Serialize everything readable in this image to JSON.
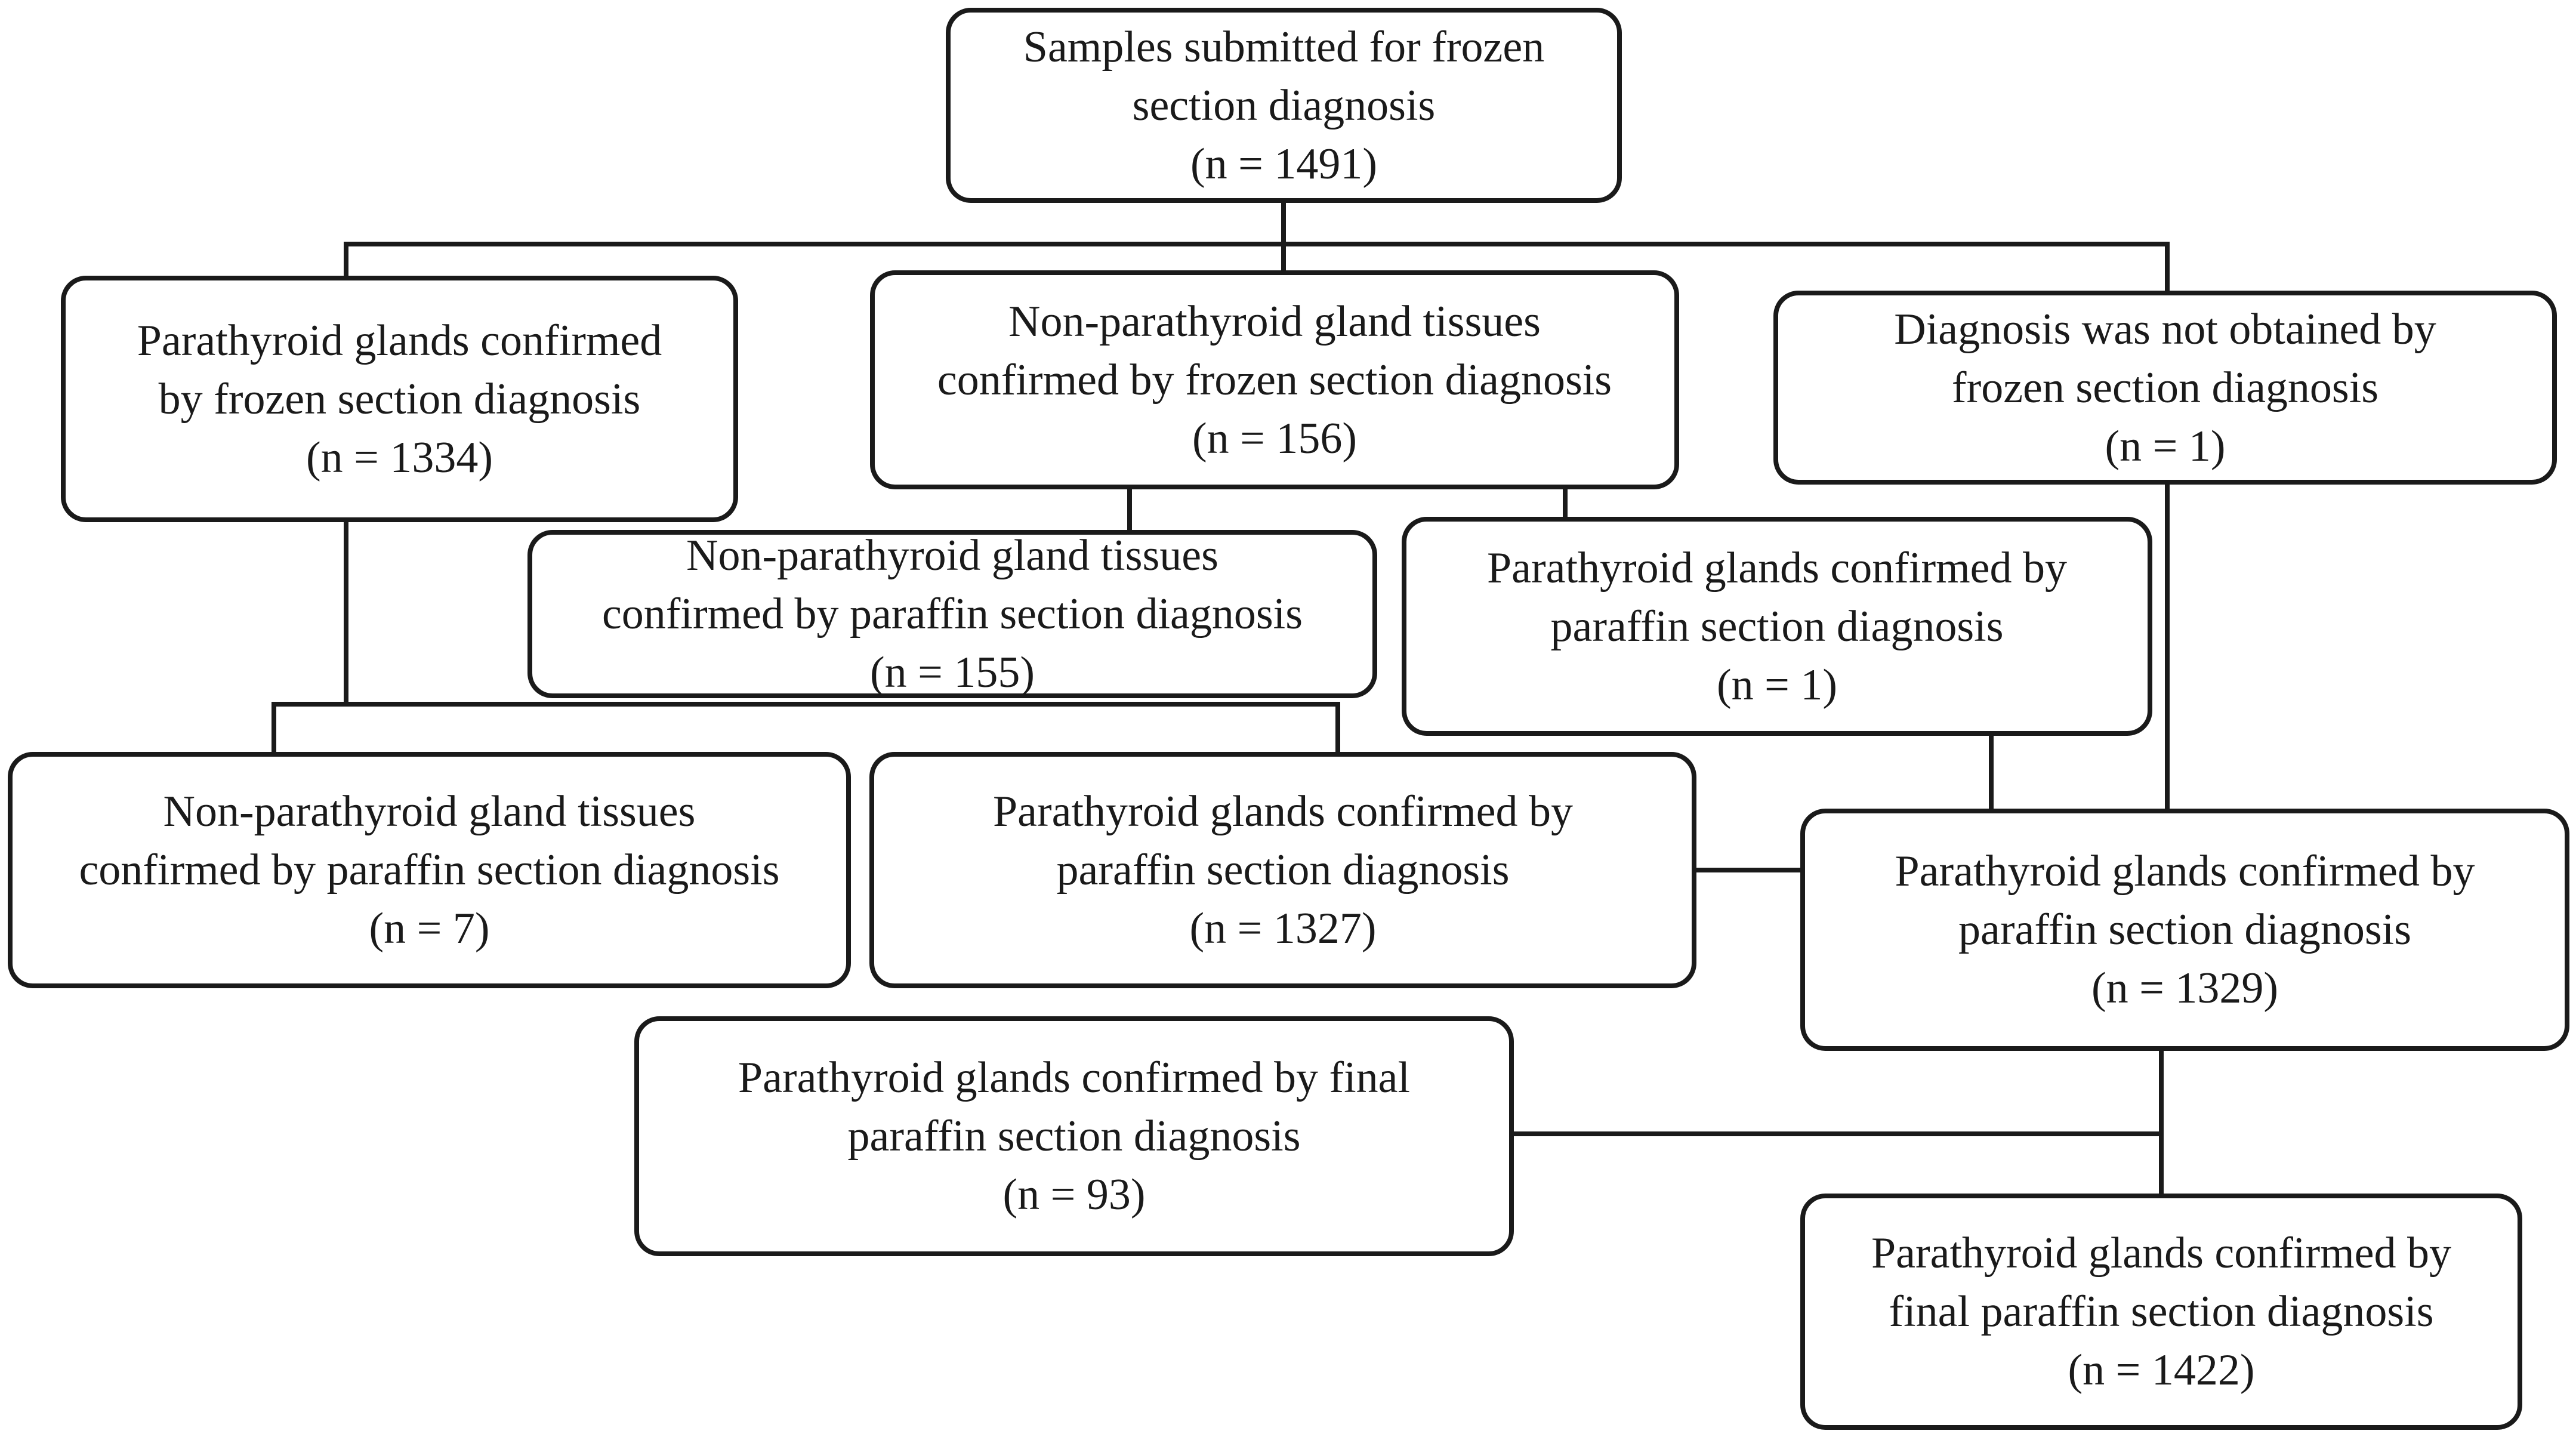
{
  "flowchart": {
    "root": {
      "line1": "Samples submitted for frozen",
      "line2": "section diagnosis",
      "count": "(n = 1491)"
    },
    "frozen_parathyroid": {
      "line1": "Parathyroid glands confirmed",
      "line2": "by frozen section diagnosis",
      "count": "(n = 1334)"
    },
    "frozen_non_parathyroid": {
      "line1": "Non-parathyroid gland tissues",
      "line2": "confirmed by frozen section diagnosis",
      "count": "(n = 156)"
    },
    "frozen_no_diagnosis": {
      "line1": "Diagnosis was not obtained by",
      "line2": "frozen section diagnosis",
      "count": "(n = 1)"
    },
    "paraffin_non_parathyroid_from_non": {
      "line1": "Non-parathyroid gland tissues",
      "line2": "confirmed by paraffin section diagnosis",
      "count": "(n = 155)"
    },
    "paraffin_parathyroid_from_non": {
      "line1": "Parathyroid glands confirmed by",
      "line2": "paraffin section diagnosis",
      "count": "(n = 1)"
    },
    "paraffin_non_parathyroid_from_parathyroid": {
      "line1": "Non-parathyroid gland tissues",
      "line2": "confirmed by paraffin section diagnosis",
      "count": "(n = 7)"
    },
    "paraffin_parathyroid_from_parathyroid": {
      "line1": "Parathyroid glands confirmed by",
      "line2": "paraffin section diagnosis",
      "count": "(n = 1327)"
    },
    "paraffin_parathyroid_total": {
      "line1": "Parathyroid glands confirmed by",
      "line2": "paraffin section diagnosis",
      "count": "(n = 1329)"
    },
    "final_paraffin_additional": {
      "line1": "Parathyroid glands confirmed by final",
      "line2": "paraffin section diagnosis",
      "count": "(n = 93)"
    },
    "final_paraffin_total": {
      "line1": "Parathyroid glands confirmed by",
      "line2": "final paraffin section diagnosis",
      "count": "(n = 1422)"
    }
  }
}
